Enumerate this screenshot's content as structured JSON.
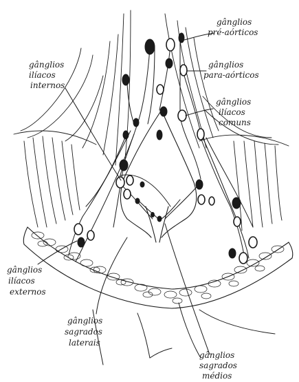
{
  "labels": {
    "pre_aorticos": [
      "gânglios",
      "pré-aórticos"
    ],
    "para_aorticos": [
      "gânglios",
      "para-aórticos"
    ],
    "iliacos_comuns": [
      "gânglios",
      "ilíacos",
      "comuns"
    ],
    "iliacos_internos": [
      "gânglios",
      "ilíacos",
      "internos"
    ],
    "iliacos_externos": [
      "gânglios",
      "ilíacos",
      "externos"
    ],
    "sagrados_laterais": [
      "gânglios",
      "sagrados",
      "laterais"
    ],
    "sagrados_medios": [
      "gânglios",
      "sagrados",
      "médios"
    ]
  },
  "colors": {
    "ink": "#1a1a1a",
    "paper": "#ffffff"
  }
}
